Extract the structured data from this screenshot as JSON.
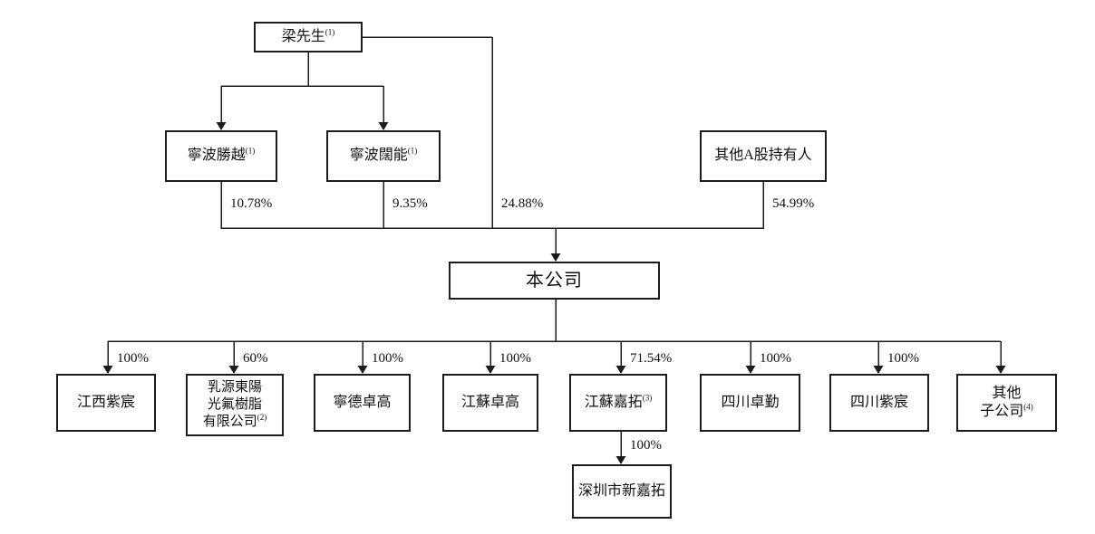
{
  "diagram": {
    "type": "shareholding-structure",
    "nodes": {
      "mr_liang": {
        "label": "梁先生",
        "sup": "(1)"
      },
      "ningbo_shengyue": {
        "label": "寧波勝越",
        "sup": "(1)"
      },
      "ningbo_kuoneng": {
        "label": "寧波闊能",
        "sup": "(1)"
      },
      "other_a_share_holders": {
        "label": "其他A股持有人"
      },
      "company": {
        "label": "本公司"
      },
      "jiangxi_zichen": {
        "label": "江西紫宸"
      },
      "ruyuan_dongyangguang": {
        "line1": "乳源東陽",
        "line2": "光氟樹脂",
        "line3": "有限公司",
        "sup": "(2)"
      },
      "ningde_zhuogao": {
        "label": "寧德卓高"
      },
      "jiangsu_zhuogao": {
        "label": "江蘇卓高"
      },
      "jiangsu_jiatuo": {
        "label": "江蘇嘉拓",
        "sup": "(3)"
      },
      "sichuan_zhuoqin": {
        "label": "四川卓勤"
      },
      "sichuan_zichen": {
        "label": "四川紫宸"
      },
      "other_subsidiaries": {
        "line1": "其他",
        "line2": "子公司",
        "sup": "(4)"
      },
      "shenzhen_xinjiatuo": {
        "label": "深圳市新嘉拓"
      }
    },
    "ownership": {
      "shengyue_to_company": "10.78%",
      "kuoneng_to_company": "9.35%",
      "liang_to_company": "24.88%",
      "other_a_to_company": "54.99%",
      "company_to_jiangxi_zichen": "100%",
      "company_to_ruyuan": "60%",
      "company_to_ningde_zhuogao": "100%",
      "company_to_jiangsu_zhuogao": "100%",
      "company_to_jiangsu_jiatuo": "71.54%",
      "company_to_sichuan_zhuoqin": "100%",
      "company_to_sichuan_zichen": "100%",
      "jiatuo_to_shenzhen": "100%"
    },
    "colors": {
      "line": "#1c1c1c",
      "box_border": "#1c1c1c",
      "text": "#111111",
      "background": "#ffffff"
    }
  }
}
